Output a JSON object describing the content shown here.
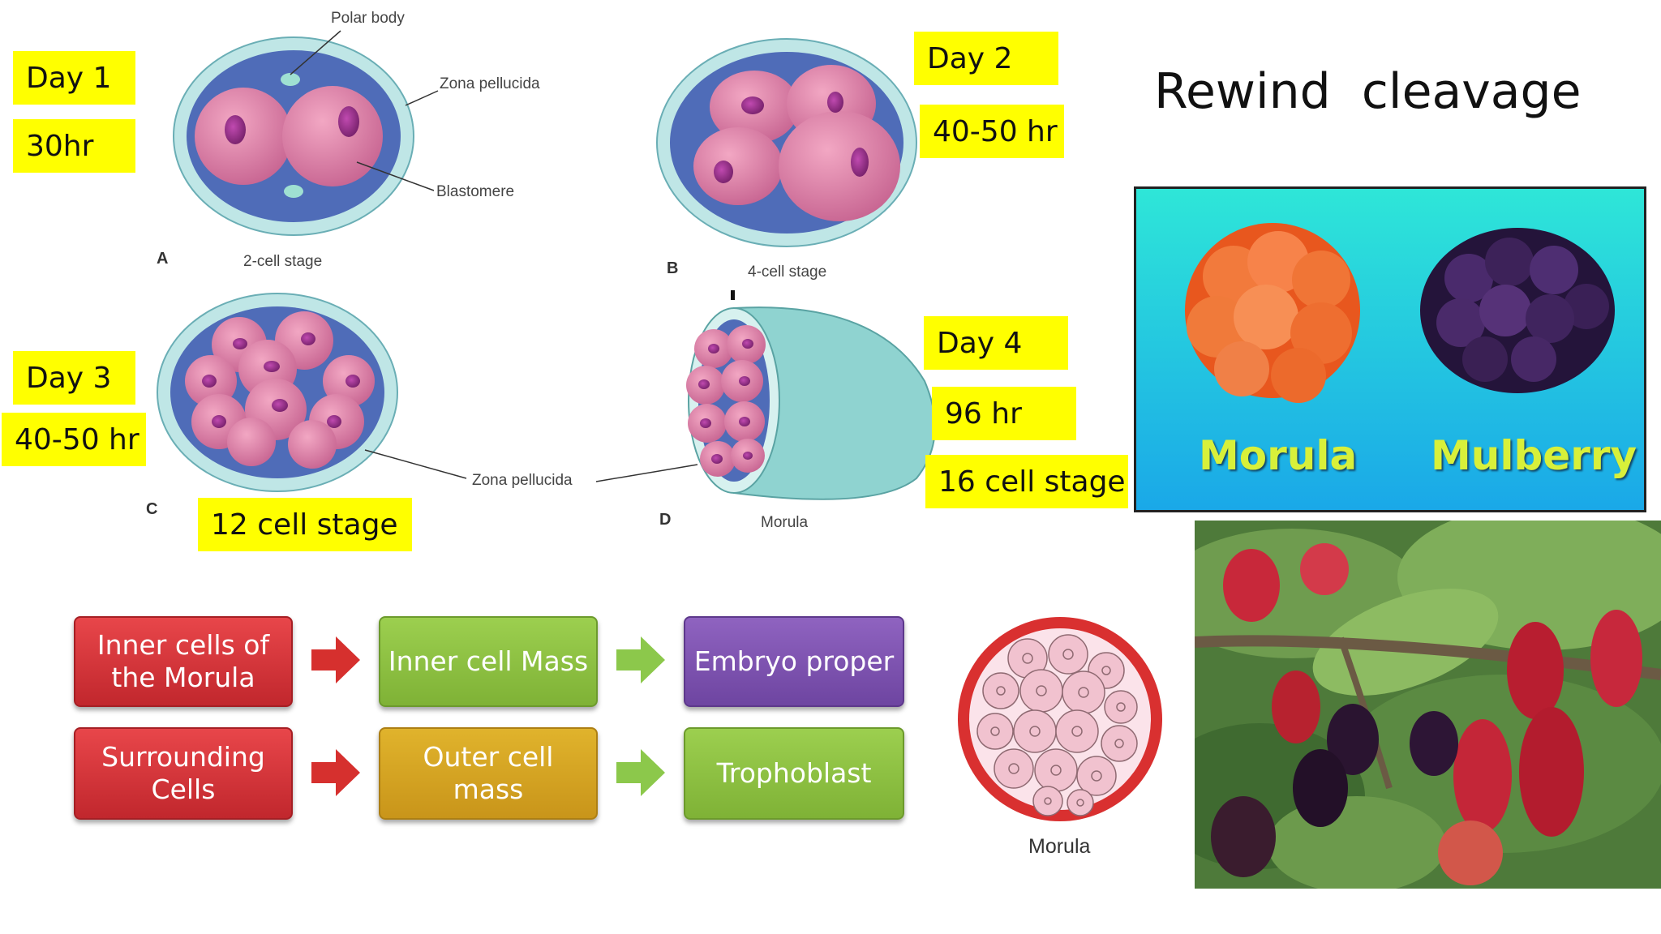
{
  "title": "Rewind  cleavage",
  "stages": {
    "a": {
      "letter": "A",
      "label": "2-cell stage",
      "polar_body": "Polar body",
      "zona": "Zona pellucida",
      "blastomere": "Blastomere"
    },
    "b": {
      "letter": "B",
      "label": "4-cell stage"
    },
    "c": {
      "letter": "C",
      "zona": "Zona pellucida"
    },
    "d": {
      "letter": "D",
      "label": "Morula"
    }
  },
  "yellow_labels": {
    "day1": "Day 1",
    "hr30": "30hr",
    "day2": "Day 2",
    "hr40_50_b": "40-50 hr",
    "day3": "Day 3",
    "hr40_50_c": "40-50 hr",
    "cell12": "12 cell stage",
    "day4": "Day 4",
    "hr96": "96 hr",
    "cell16": "16 cell stage"
  },
  "comparison": {
    "left": "Morula",
    "right": "Mulberry",
    "bg_top": "#2ee6d8",
    "bg_bottom": "#1aa8e8",
    "text_color": "#d8f03a"
  },
  "flow": {
    "row1": [
      "Inner cells of\nthe Morula",
      "Inner cell Mass",
      "Embryo proper"
    ],
    "row2": [
      "Surrounding\nCells",
      "Outer cell\nmass",
      "Trophoblast"
    ]
  },
  "morula_diagram_label": "Morula"
}
